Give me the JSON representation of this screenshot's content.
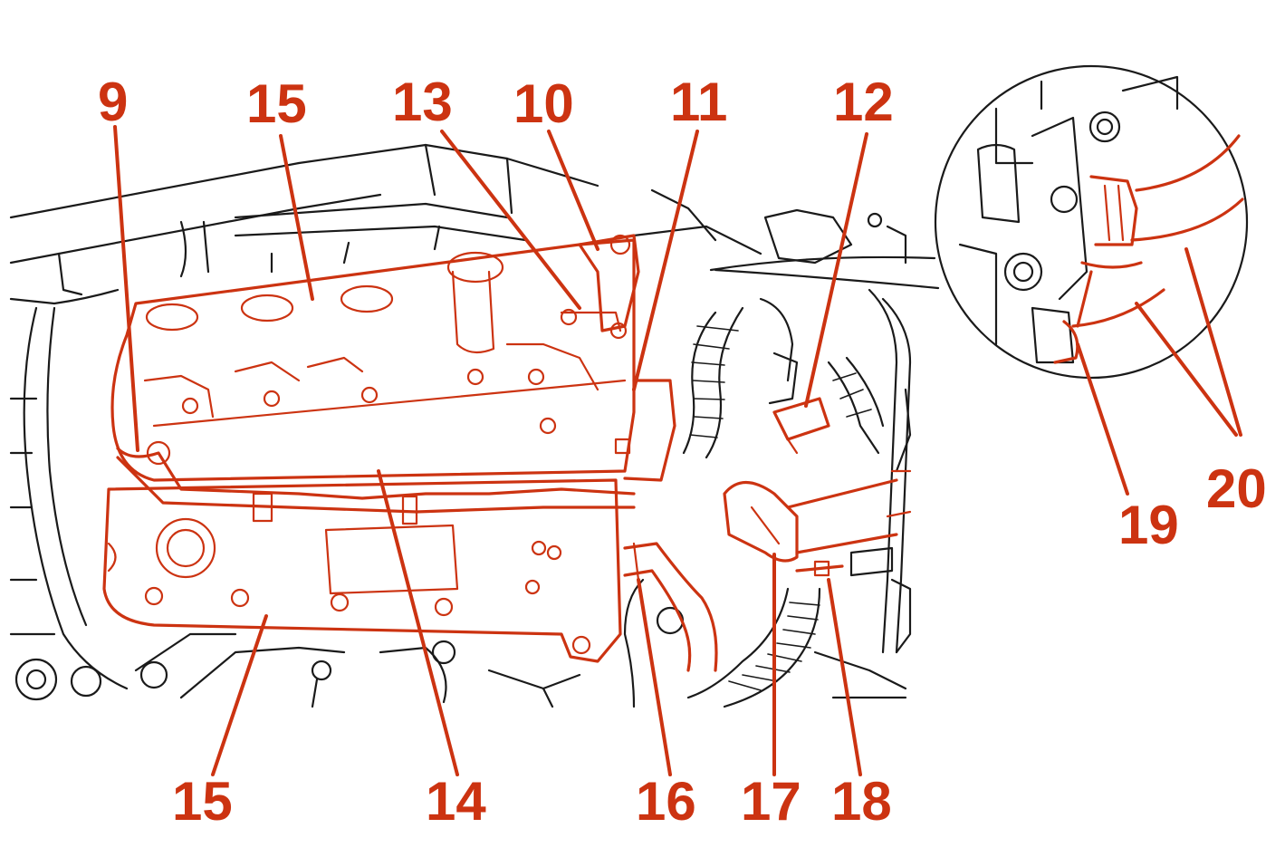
{
  "diagram": {
    "accent_color": "#cc3311",
    "line_color": "#1a1a1a",
    "callouts": [
      {
        "id": "c9",
        "label": "9"
      },
      {
        "id": "c15a",
        "label": "15"
      },
      {
        "id": "c13",
        "label": "13"
      },
      {
        "id": "c10",
        "label": "10"
      },
      {
        "id": "c11",
        "label": "11"
      },
      {
        "id": "c12",
        "label": "12"
      },
      {
        "id": "c15b",
        "label": "15"
      },
      {
        "id": "c14",
        "label": "14"
      },
      {
        "id": "c16",
        "label": "16"
      },
      {
        "id": "c17",
        "label": "17"
      },
      {
        "id": "c18",
        "label": "18"
      },
      {
        "id": "c19",
        "label": "19"
      },
      {
        "id": "c20",
        "label": "20"
      }
    ]
  }
}
